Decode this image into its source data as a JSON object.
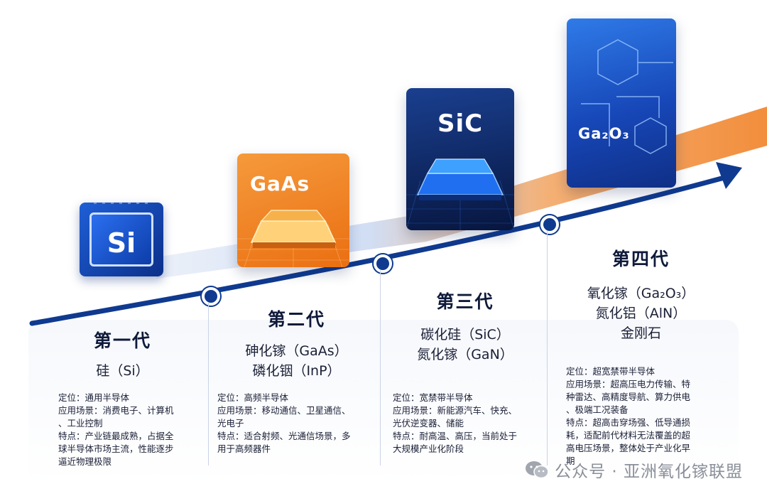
{
  "cards": {
    "gaas": "GaAs",
    "sic": "SiC",
    "ga2o3": "Ga₂O₃",
    "si": "Si"
  },
  "generations": [
    {
      "title": "第一代",
      "materials": [
        "硅（Si）"
      ],
      "desc": [
        "定位：通用半导体",
        "应用场景：消费电子、计算机",
        "、工业控制",
        "特点：产业链最成熟，占据全",
        "球半导体市场主流，性能逐步",
        "逼近物理极限"
      ]
    },
    {
      "title": "第二代",
      "materials": [
        "砷化镓（GaAs）",
        "磷化铟（InP）"
      ],
      "desc": [
        "定位：高频半导体",
        "应用场景：移动通信、卫星通信、",
        "光电子",
        "特点：适合射频、光通信场景，多",
        "用于高频器件"
      ]
    },
    {
      "title": "第三代",
      "materials": [
        "碳化硅（SiC）",
        "氮化镓（GaN）"
      ],
      "desc": [
        "定位：宽禁带半导体",
        "应用场景：新能源汽车、快充、",
        "光伏逆变器、储能",
        "特点：耐高温、高压，当前处于",
        "大规模产业化阶段"
      ]
    },
    {
      "title": "第四代",
      "materials": [
        "氧化镓（Ga₂O₃）",
        "氮化铝（AlN）",
        "金刚石"
      ],
      "desc": [
        "定位：超宽禁带半导体",
        "应用场景：超高压电力传输、特",
        "种雷达、高精度导航、算力供电",
        "、极端工况装备",
        "特点：超高击穿场强、低导通损",
        "耗，适配前代材料无法覆盖的超",
        "高电压场景，整体处于产业化早",
        "期"
      ]
    }
  ],
  "watermark": "公众号 · 亚洲氧化镓联盟",
  "colors": {
    "navy": "#0f3a8f",
    "orange": "#f07a1a",
    "blue": "#1f5fd6"
  }
}
